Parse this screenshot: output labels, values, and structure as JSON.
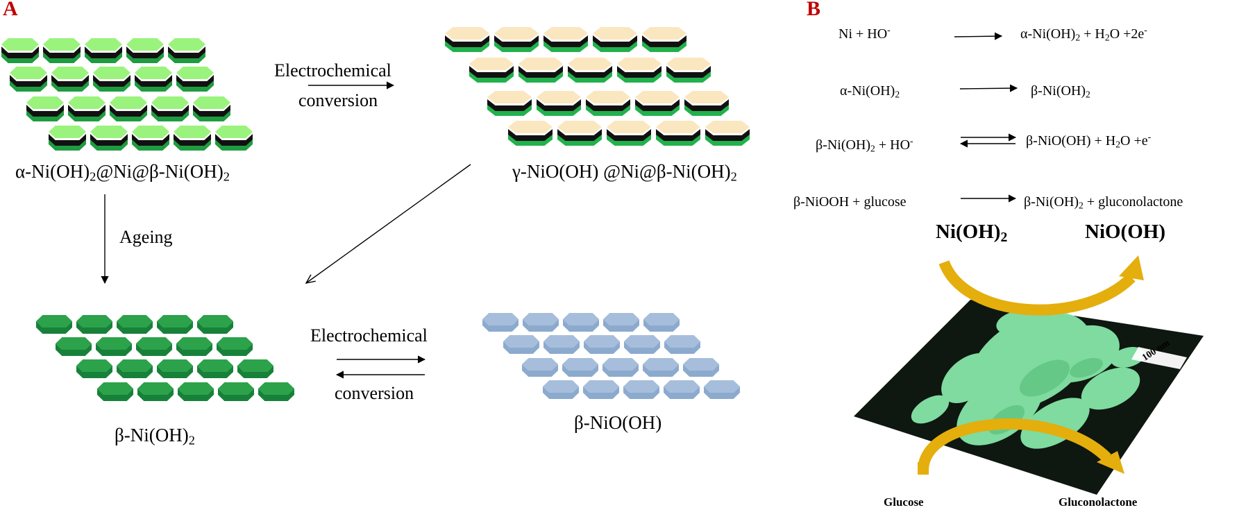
{
  "panels": {
    "a": "A",
    "b": "B"
  },
  "panel_a": {
    "alpha_label": {
      "p1": "α-Ni(OH)",
      "s1": "2",
      "p2": "@Ni@β-Ni(OH)",
      "s2": "2"
    },
    "gamma_label": {
      "p1": "γ-NiO(OH)  @Ni@β-Ni(OH)",
      "s1": "2"
    },
    "beta_label": {
      "p1": "β-Ni(OH)",
      "s1": "2"
    },
    "beta_niooh_label": "β-NiO(OH)",
    "conv_top": {
      "line1": "Electrochemical",
      "line2": "conversion"
    },
    "conv_bottom": {
      "line1": "Electrochemical",
      "line2": "conversion"
    },
    "ageing": "Ageing"
  },
  "panel_b": {
    "eq1": {
      "left_a": "Ni + HO",
      "left_a_sup": "-",
      "right_a": "α-Ni(OH)",
      "right_a_sub": "2",
      "right_b": "  + H",
      "right_b_sub": "2",
      "right_c": "O +2e",
      "right_c_sup": "-"
    },
    "eq2": {
      "left_a": "α-Ni(OH)",
      "left_a_sub": "2",
      "right_a": "β-Ni(OH)",
      "right_a_sub": "2"
    },
    "eq3": {
      "left_a": "β-Ni(OH)",
      "left_a_sub": "2",
      "left_b": " + HO",
      "left_b_sup": "-",
      "right_a": "β-NiO(OH) + H",
      "right_a_sub": "2",
      "right_b": "O +e",
      "right_b_sup": "-"
    },
    "eq4": {
      "left_a": "β-NiOOH + glucose",
      "right_a": "β-Ni(OH)",
      "right_a_sub": "2",
      "right_b": "  + gluconolactone"
    },
    "ni_oh2": {
      "p1": "Ni(OH)",
      "s1": "2"
    },
    "nio_oh": "NiO(OH)",
    "glucose": "Glucose",
    "gluconolactone": "Gluconolactone",
    "scale": "100 nm"
  },
  "colors": {
    "alpha_top": "#9af37d",
    "alpha_mid": "#111111",
    "alpha_bot": "#1f9b40",
    "gamma_top": "#fae7c0",
    "gamma_mid": "#111111",
    "gamma_bot": "#22b14c",
    "beta_green_top": "#2ca24a",
    "beta_green_side": "#17813a",
    "beta_blue_top": "#a6bedb",
    "beta_blue_side": "#8caace",
    "sem_bg": "#0e1710",
    "sem_particle": "#86e6a8",
    "arrow_gold": "#e4ae0d",
    "panel_label": "#c00000"
  }
}
